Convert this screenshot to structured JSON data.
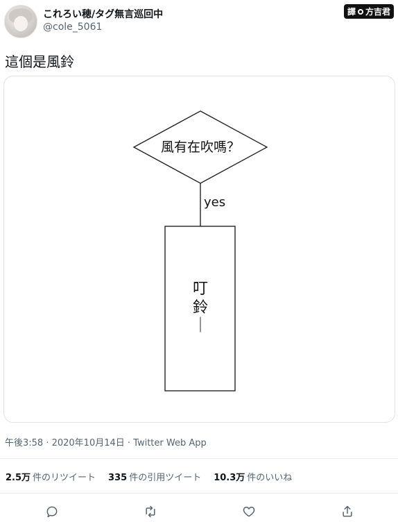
{
  "user": {
    "display_name": "これろい穂/タグ無言巡回中",
    "handle": "@cole_5061"
  },
  "translator": {
    "label_left": "譯",
    "label_right": "方吉君"
  },
  "tweet": {
    "text": "這個是風鈴"
  },
  "flowchart": {
    "decision": "風有在吹嗎？",
    "branch_label": "yes",
    "box_lines": [
      "叮",
      "鈴",
      "｜"
    ]
  },
  "meta": {
    "timestamp": "午後3:58 · 2020年10月14日 · Twitter Web App"
  },
  "stats": [
    {
      "value": "2.5万",
      "label": "件のリツイート"
    },
    {
      "value": "335",
      "label": "件の引用ツイート"
    },
    {
      "value": "10.3万",
      "label": "件のいいね"
    }
  ],
  "actions": [
    {
      "icon": "reply-icon"
    },
    {
      "icon": "retweet-icon"
    },
    {
      "icon": "like-icon"
    },
    {
      "icon": "share-icon"
    }
  ]
}
